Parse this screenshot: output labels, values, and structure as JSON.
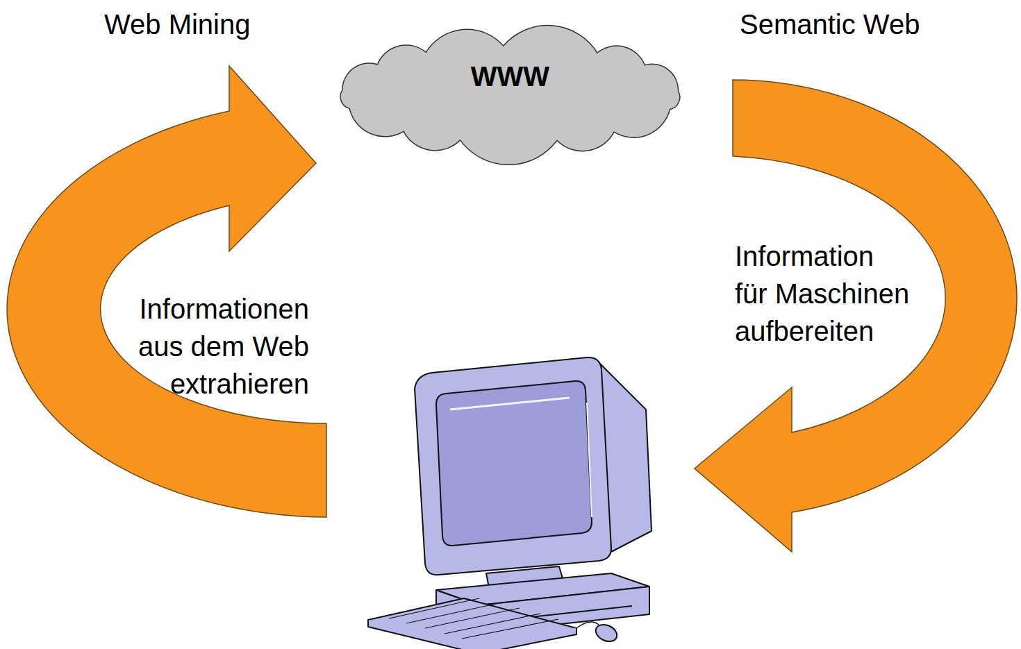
{
  "diagram": {
    "nodes": [
      {
        "text": [
          "WWW"
        ]
      }
    ],
    "edges": [],
    "labels": [
      "Web Mining",
      "Semantic Web",
      "Informationen aus dem Web extrahieren",
      "Information für Maschinen aufbereiten"
    ]
  }
}
